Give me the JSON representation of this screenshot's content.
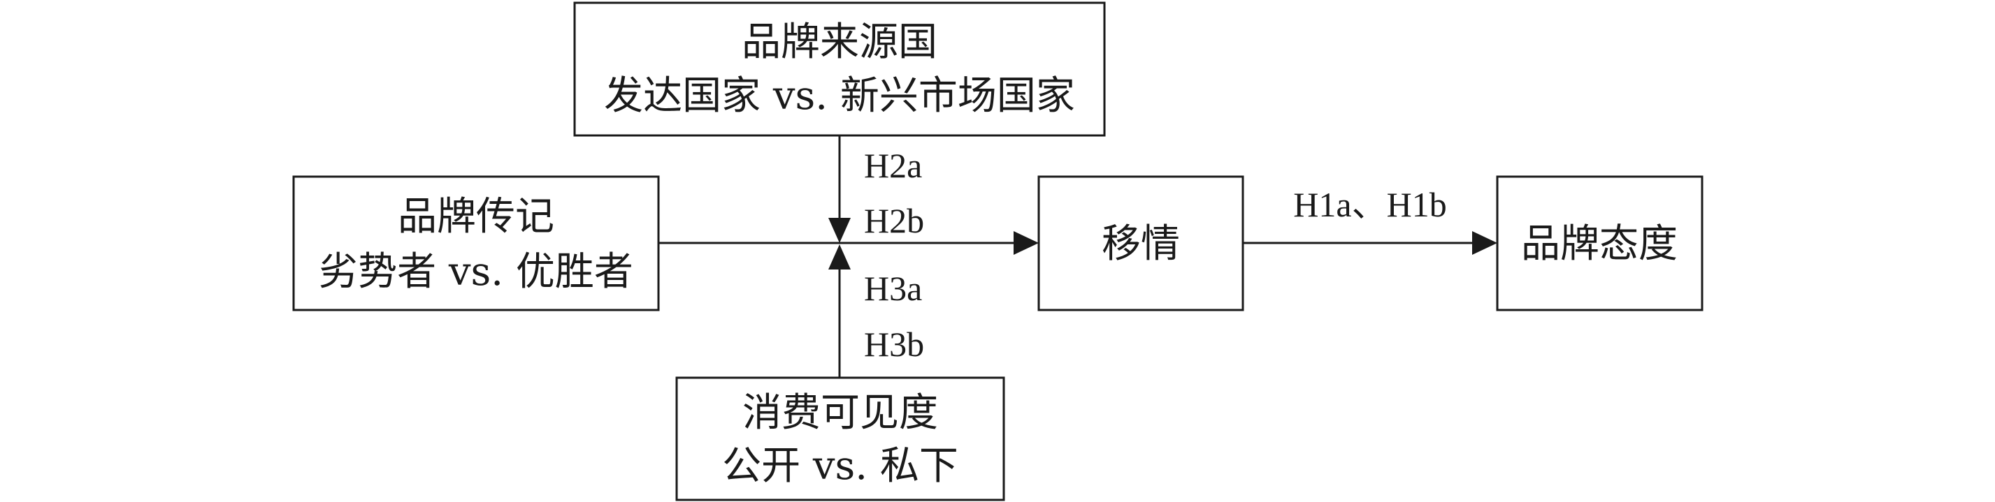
{
  "boxes": {
    "country_of_origin": {
      "line1": "品牌来源国",
      "line2": "发达国家 vs. 新兴市场国家"
    },
    "brand_biography": {
      "line1": "品牌传记",
      "line2": "劣势者 vs. 优胜者"
    },
    "empathy": {
      "line1": "移情"
    },
    "brand_attitude": {
      "line1": "品牌态度"
    },
    "consumption_visibility": {
      "line1": "消费可见度",
      "line2": "公开 vs. 私下"
    }
  },
  "hypotheses": {
    "h2a": "H2a",
    "h2b": "H2b",
    "h3a": "H3a",
    "h3b": "H3b",
    "h1": "H1a、H1b"
  }
}
